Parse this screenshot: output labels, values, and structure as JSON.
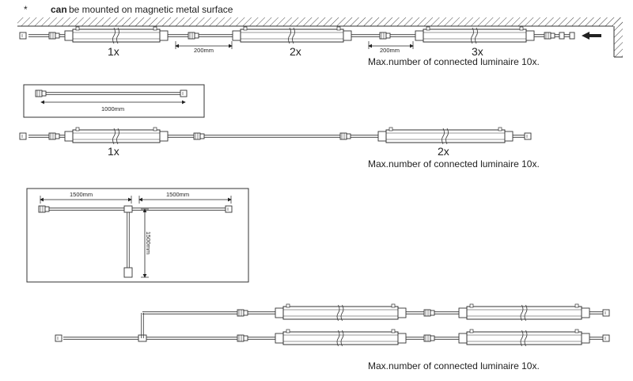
{
  "note": {
    "marker": "*",
    "emphasis": "can",
    "text": " be mounted on magnetic metal surface"
  },
  "section1": {
    "multipliers": [
      "1x",
      "2x",
      "3x"
    ],
    "dims": [
      "200mm",
      "200mm"
    ],
    "max_text": "Max.number of connected luminaire 10x."
  },
  "section2": {
    "inset_dim": "1000mm",
    "multipliers": [
      "1x",
      "2x"
    ],
    "max_text": "Max.number of connected luminaire 10x."
  },
  "section3": {
    "dims": [
      "1500mm",
      "1500mm",
      "1500mm"
    ]
  },
  "section4": {
    "max_text": "Max.number of connected luminaire 10x."
  },
  "colors": {
    "line": "#333333",
    "fill": "#ffffff"
  },
  "icons": [
    "arrow-left-icon",
    "wall-hatch",
    "luminaire",
    "connector",
    "t-splitter"
  ]
}
